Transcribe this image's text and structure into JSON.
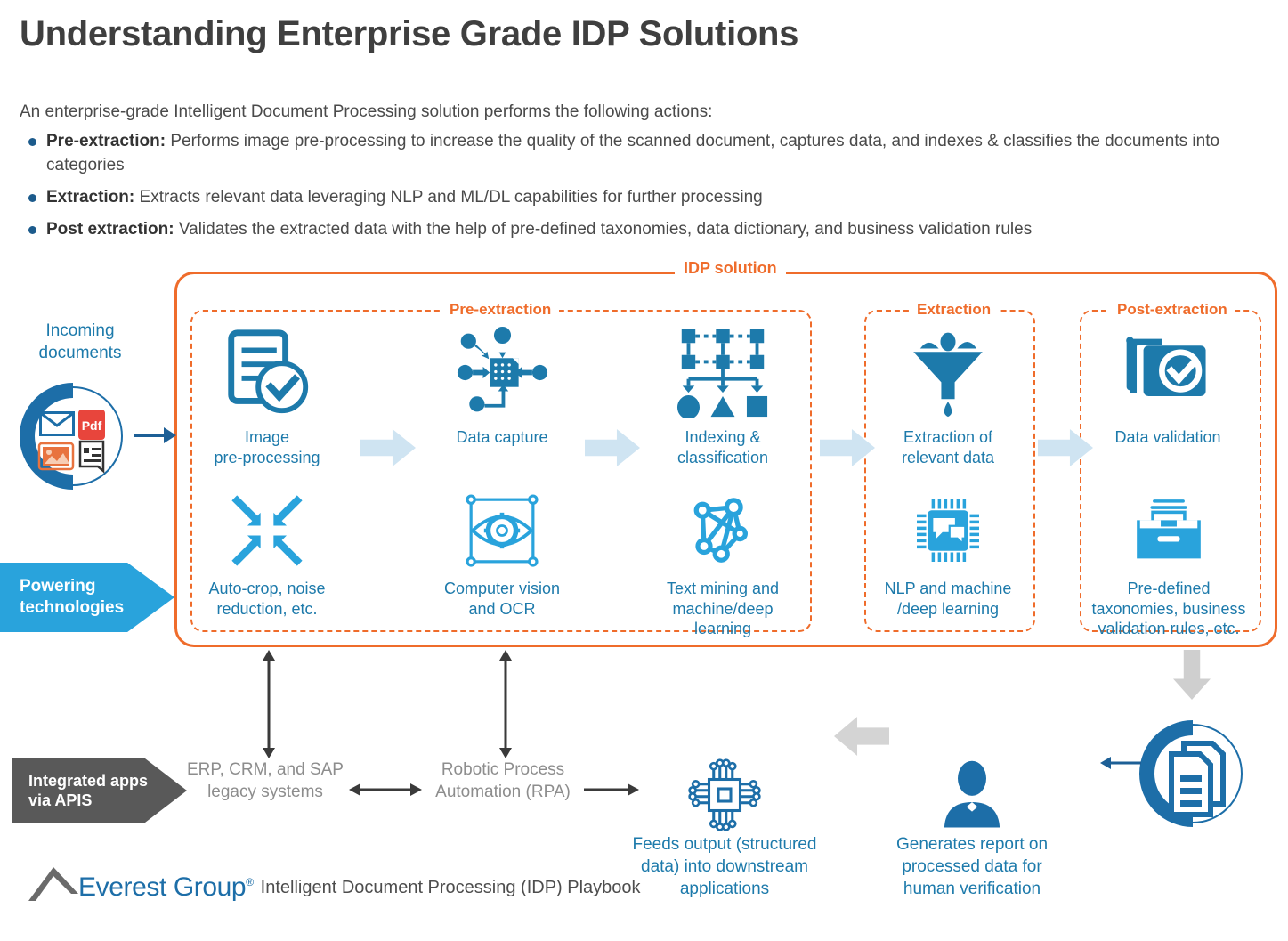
{
  "header": {
    "title": "Understanding Enterprise Grade IDP Solutions",
    "intro": "An enterprise-grade Intelligent Document Processing solution performs the following actions:",
    "bullets": [
      {
        "term": "Pre-extraction:",
        "text": " Performs image pre-processing to increase the quality of the scanned document, captures data, and indexes & classifies the documents into categories"
      },
      {
        "term": "Extraction:",
        "text": " Extracts relevant data leveraging NLP and ML/DL capabilities for further processing"
      },
      {
        "term": "Post extraction:",
        "text": " Validates the extracted data with the help of pre-defined taxonomies, data dictionary, and business validation rules"
      }
    ]
  },
  "diagram": {
    "frame_label": "IDP solution",
    "phases": [
      {
        "label": "Pre-extraction"
      },
      {
        "label": "Extraction"
      },
      {
        "label": "Post-extraction"
      }
    ],
    "left": {
      "incoming_label": "Incoming\ndocuments",
      "incoming_label_line1": "Incoming",
      "incoming_label_line2": "documents",
      "powering_line1": "Powering",
      "powering_line2": "technologies",
      "doc_types": [
        "envelope-icon",
        "pdf-icon",
        "image-icon",
        "invoice-icon"
      ]
    },
    "steps": [
      {
        "id": "image-pre-processing",
        "caption": "Image\npre-processing",
        "line1": "Image",
        "line2": "pre-processing",
        "icon": "document-check-icon"
      },
      {
        "id": "data-capture",
        "caption": "Data capture",
        "line1": "Data capture",
        "line2": "",
        "icon": "data-capture-nodes-icon"
      },
      {
        "id": "indexing-classification",
        "caption": "Indexing &\nclassification",
        "line1": "Indexing &",
        "line2": "classification",
        "icon": "classification-tree-icon"
      },
      {
        "id": "extraction-relevant-data",
        "caption": "Extraction of\nrelevant data",
        "line1": "Extraction of",
        "line2": "relevant data",
        "icon": "funnel-icon"
      },
      {
        "id": "data-validation",
        "caption": "Data validation",
        "line1": "Data validation",
        "line2": "",
        "icon": "folder-check-icon"
      }
    ],
    "technologies": [
      {
        "id": "auto-crop",
        "line1": "Auto-crop, noise",
        "line2": "reduction, etc.",
        "line3": "",
        "icon": "crop-arrows-icon"
      },
      {
        "id": "computer-vision",
        "line1": "Computer vision",
        "line2": "and OCR",
        "line3": "",
        "icon": "eye-gear-icon"
      },
      {
        "id": "text-mining",
        "line1": "Text mining and",
        "line2": "machine/deep",
        "line3": "learning",
        "icon": "neural-network-icon"
      },
      {
        "id": "nlp-ml",
        "line1": "NLP and machine",
        "line2": "/deep learning",
        "line3": "",
        "icon": "chip-chat-icon"
      },
      {
        "id": "pre-defined-taxonomies",
        "line1": "Pre-defined",
        "line2": "taxonomies, business",
        "line3": "validation rules, etc.",
        "icon": "file-box-icon"
      }
    ]
  },
  "bottom": {
    "integrated_line1": "Integrated apps",
    "integrated_line2": "via APIS",
    "erp_line1": "ERP, CRM, and SAP",
    "erp_line2": "legacy systems",
    "rpa_line1": "Robotic Process",
    "rpa_line2": "Automation (RPA)",
    "feeds_line1": "Feeds output (structured",
    "feeds_line2": "data) into downstream",
    "feeds_line3": "applications",
    "report_line1": "Generates report on",
    "report_line2": "processed data for",
    "report_line3": "human verification"
  },
  "footer": {
    "brand": "Everest Group",
    "registered": "®",
    "caption": "Intelligent Document Processing (IDP) Playbook"
  },
  "colors": {
    "orange": "#ef6c2b",
    "dark_blue": "#1d6ea8",
    "mid_blue": "#1d7aab",
    "light_blue": "#29a3dc",
    "pale_blue_arrow": "#cfe4f2",
    "gray_arrow": "#d4d4d4",
    "dark_gray_chevron": "#595959",
    "pdf_red": "#e8453c",
    "image_orange": "#e8733f"
  }
}
